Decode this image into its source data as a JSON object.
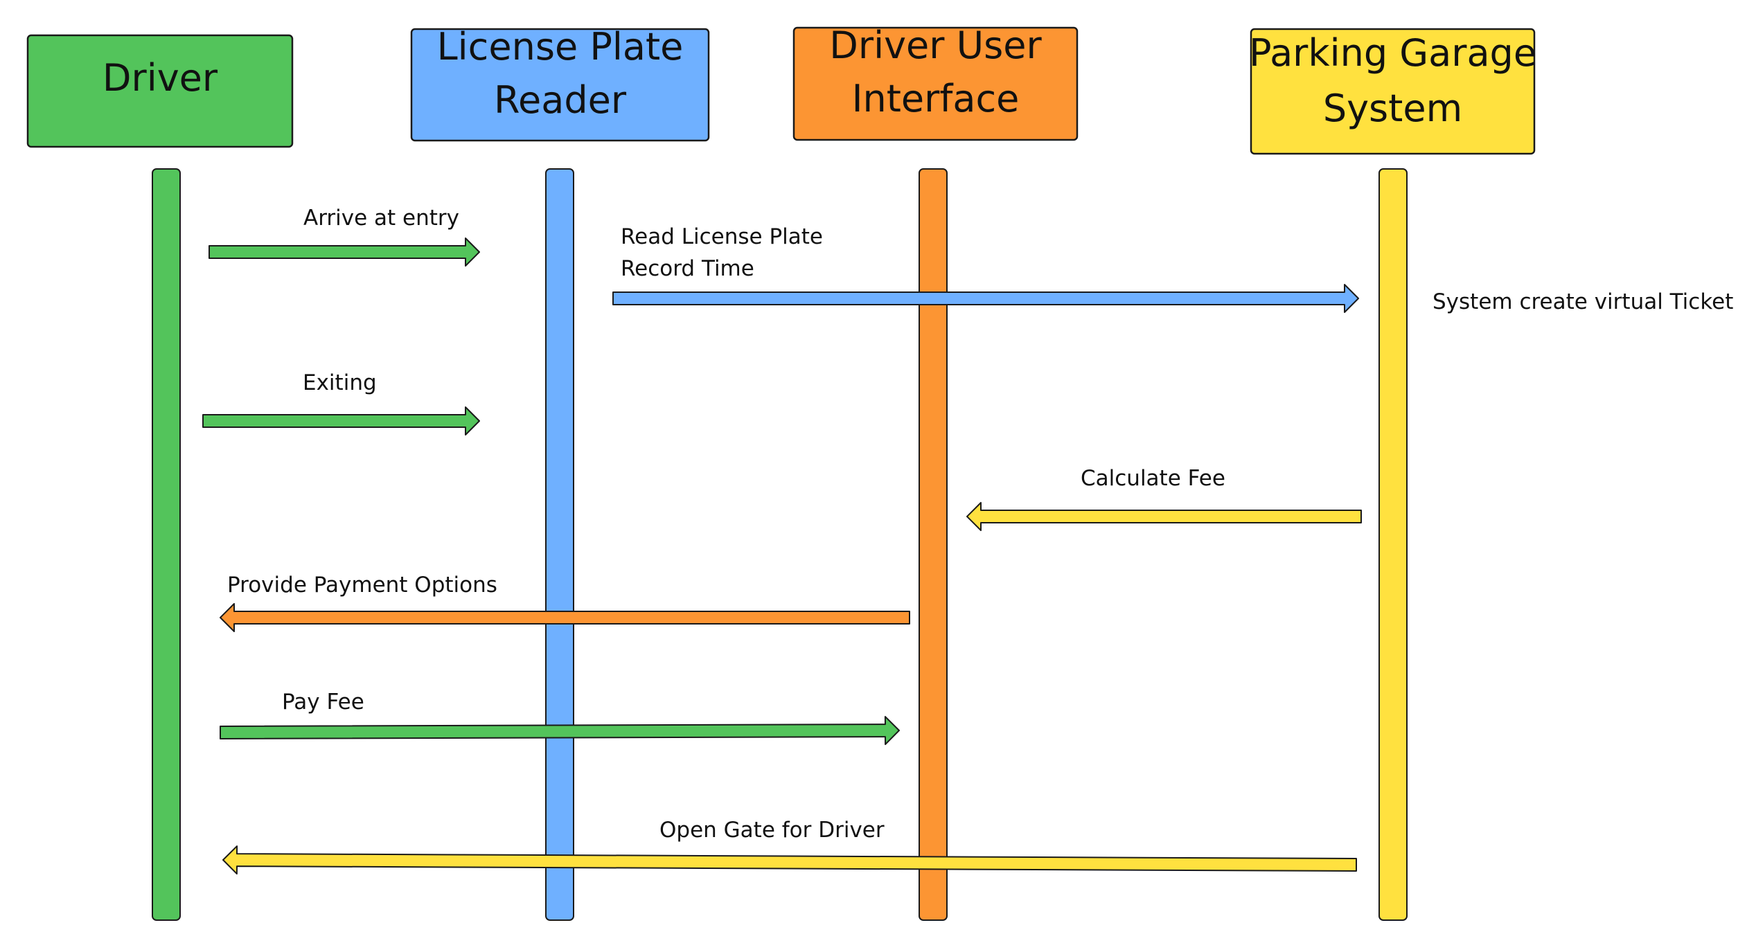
{
  "colors": {
    "driver": "#53c45b",
    "reader": "#6fb0ff",
    "interface": "#fc9533",
    "system": "#ffe13f",
    "outline": "#1a1a1a",
    "text": "#111111"
  },
  "actors": [
    {
      "id": "driver",
      "lines": [
        "Driver"
      ],
      "color": "#53c45b"
    },
    {
      "id": "reader",
      "lines": [
        "License Plate",
        "Reader"
      ],
      "color": "#6fb0ff"
    },
    {
      "id": "interface",
      "lines": [
        "Driver User",
        "Interface"
      ],
      "color": "#fc9533"
    },
    {
      "id": "system",
      "lines": [
        "Parking Garage",
        "System"
      ],
      "color": "#ffe13f"
    }
  ],
  "messages": [
    {
      "id": "arrive",
      "lines": [
        "Arrive at entry"
      ],
      "from": "driver",
      "to": "reader",
      "color": "#53c45b"
    },
    {
      "id": "read-plate",
      "lines": [
        "Read License Plate",
        "Record Time"
      ],
      "from": "reader",
      "to": "system",
      "color": "#6fb0ff"
    },
    {
      "id": "exiting",
      "lines": [
        "Exiting"
      ],
      "from": "driver",
      "to": "reader",
      "color": "#53c45b"
    },
    {
      "id": "calculate-fee",
      "lines": [
        "Calculate Fee"
      ],
      "from": "system",
      "to": "interface",
      "color": "#ffe13f"
    },
    {
      "id": "payment-options",
      "lines": [
        "Provide Payment Options"
      ],
      "from": "interface",
      "to": "driver",
      "color": "#fc9533"
    },
    {
      "id": "pay-fee",
      "lines": [
        "Pay Fee"
      ],
      "from": "driver",
      "to": "interface",
      "color": "#53c45b"
    },
    {
      "id": "open-gate",
      "lines": [
        "Open Gate for Driver"
      ],
      "from": "system",
      "to": "driver",
      "color": "#ffe13f"
    }
  ],
  "notes": [
    {
      "id": "virtual-ticket",
      "text": "System create virtual Ticket"
    }
  ]
}
